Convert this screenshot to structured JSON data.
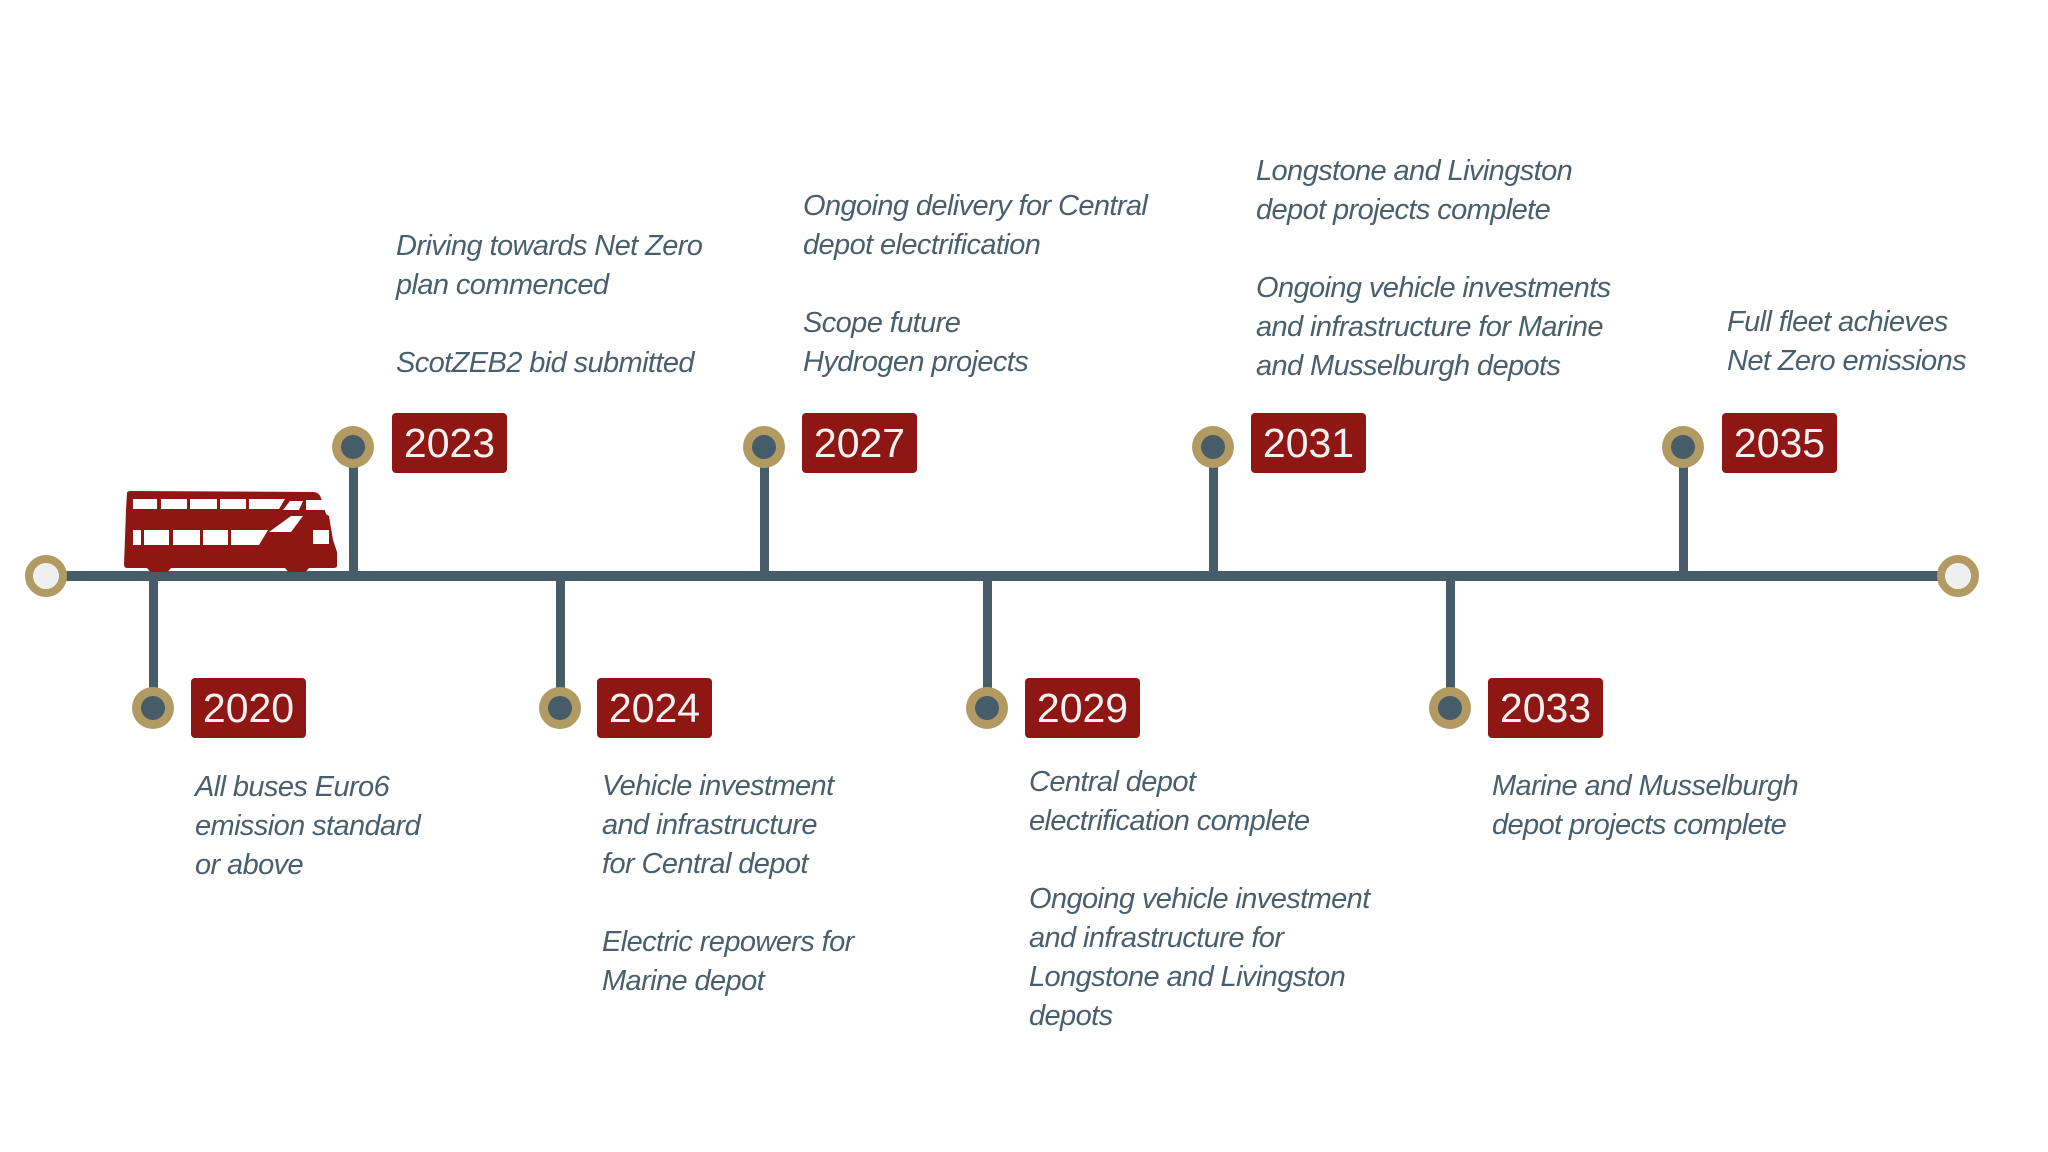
{
  "colors": {
    "line": "#475c69",
    "ring": "#b19b63",
    "badge": "#8f1713",
    "badge_text": "#f2f2f2",
    "text": "#4a5f6c",
    "bus": "#8f1713"
  },
  "icons": {
    "bus": "double-decker-bus-icon",
    "start_cap": "hollow-circle-icon",
    "end_cap": "hollow-circle-icon",
    "milestone_node": "filled-circle-with-ring-icon"
  },
  "milestones": [
    {
      "year": "2020",
      "position": "below",
      "paragraphs": [
        [
          "All buses Euro6",
          "emission standard",
          "or above"
        ]
      ]
    },
    {
      "year": "2023",
      "position": "above",
      "paragraphs": [
        [
          "Driving towards Net Zero",
          "plan commenced"
        ],
        [
          "ScotZEB2 bid submitted"
        ]
      ]
    },
    {
      "year": "2024",
      "position": "below",
      "paragraphs": [
        [
          "Vehicle investment",
          "and infrastructure",
          "for Central depot"
        ],
        [
          "Electric repowers for",
          "Marine depot"
        ]
      ]
    },
    {
      "year": "2027",
      "position": "above",
      "paragraphs": [
        [
          "Ongoing delivery for Central",
          "depot electrification"
        ],
        [
          "Scope future",
          "Hydrogen projects"
        ]
      ]
    },
    {
      "year": "2029",
      "position": "below",
      "paragraphs": [
        [
          "Central depot",
          "electrification complete"
        ],
        [
          "Ongoing vehicle investment",
          "and infrastructure for",
          "Longstone and Livingston",
          "depots"
        ]
      ]
    },
    {
      "year": "2031",
      "position": "above",
      "paragraphs": [
        [
          "Longstone and Livingston",
          "depot projects complete"
        ],
        [
          "Ongoing vehicle investments",
          "and infrastructure for Marine",
          "and Musselburgh depots"
        ]
      ]
    },
    {
      "year": "2033",
      "position": "below",
      "paragraphs": [
        [
          "Marine and Musselburgh",
          "depot projects complete"
        ]
      ]
    },
    {
      "year": "2035",
      "position": "above",
      "paragraphs": [
        [
          "Full fleet achieves",
          "Net Zero emissions"
        ]
      ]
    }
  ]
}
